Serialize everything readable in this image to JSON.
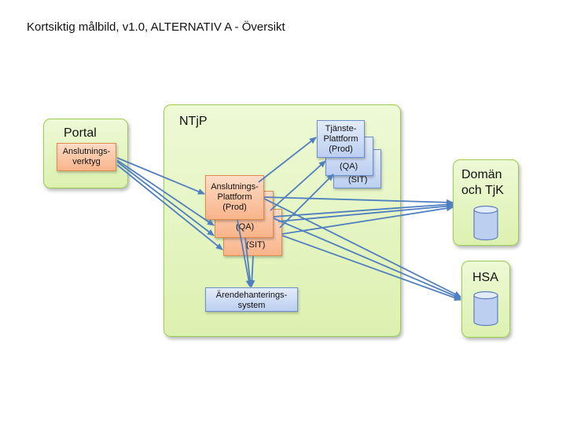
{
  "title": "Kortsiktig målbild, v1.0, ALTERNATIV A - Översikt",
  "groups": {
    "portal": "Portal",
    "ntjp": "NTjP",
    "doman": "Domän\noch TjK",
    "hsa": "HSA"
  },
  "boxes": {
    "anslutningsverktyg": "Anslutnings-\nverktyg",
    "anslutningsplattform_prod": "Anslutnings-\nPlattform\n(Prod)",
    "anslutningsplattform_qa": "(QA)",
    "anslutningsplattform_sit": "(SIT)",
    "tjansteplattform_prod": "Tjänste-\nPlattform\n(Prod)",
    "tjansteplattform_qa": "(QA)",
    "tjansteplattform_sit": "(SIT)",
    "arendehantering": "Ärendehanterings-\nsystem"
  },
  "colors": {
    "group_fill": "#dcf1b0",
    "group_border": "#9ccc52",
    "orange_fill": "#f8b48a",
    "blue_fill": "#bccff0",
    "arrow": "#4f7fc0"
  }
}
